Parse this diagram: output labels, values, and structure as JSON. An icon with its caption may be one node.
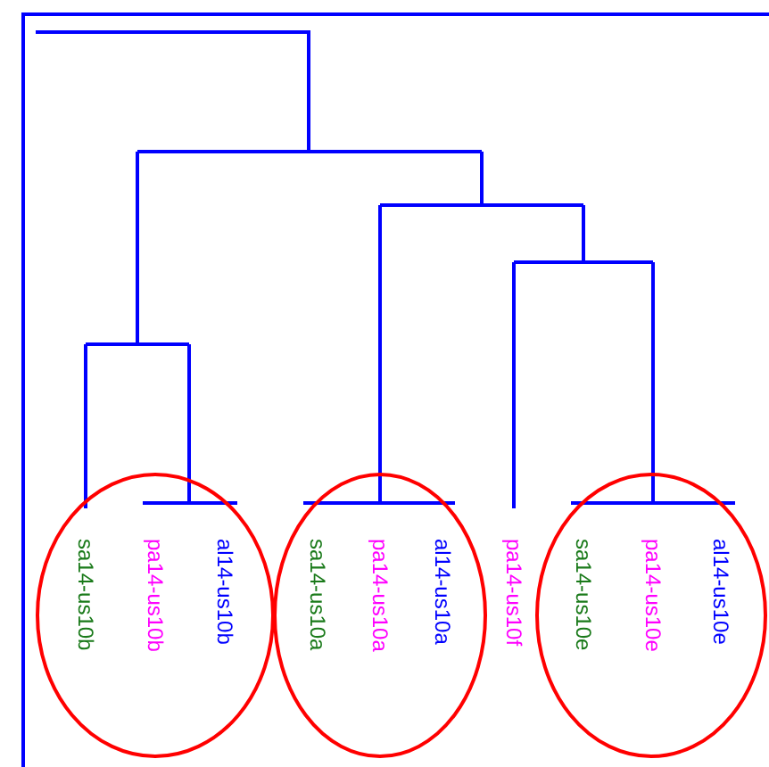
{
  "diagram": {
    "nodes": [
      {
        "text": [
          "sa14-us10b",
          "pa14-us10b",
          "al14-us10b"
        ]
      },
      {
        "text": [
          "sa14-us10a",
          "pa14-us10a",
          "al14-us10a"
        ]
      },
      {
        "text": [
          "sa14-us10e",
          "pa14-us10e",
          "al14-us10e"
        ]
      }
    ],
    "edges": [],
    "labels": [
      "pa14-us10f"
    ]
  }
}
